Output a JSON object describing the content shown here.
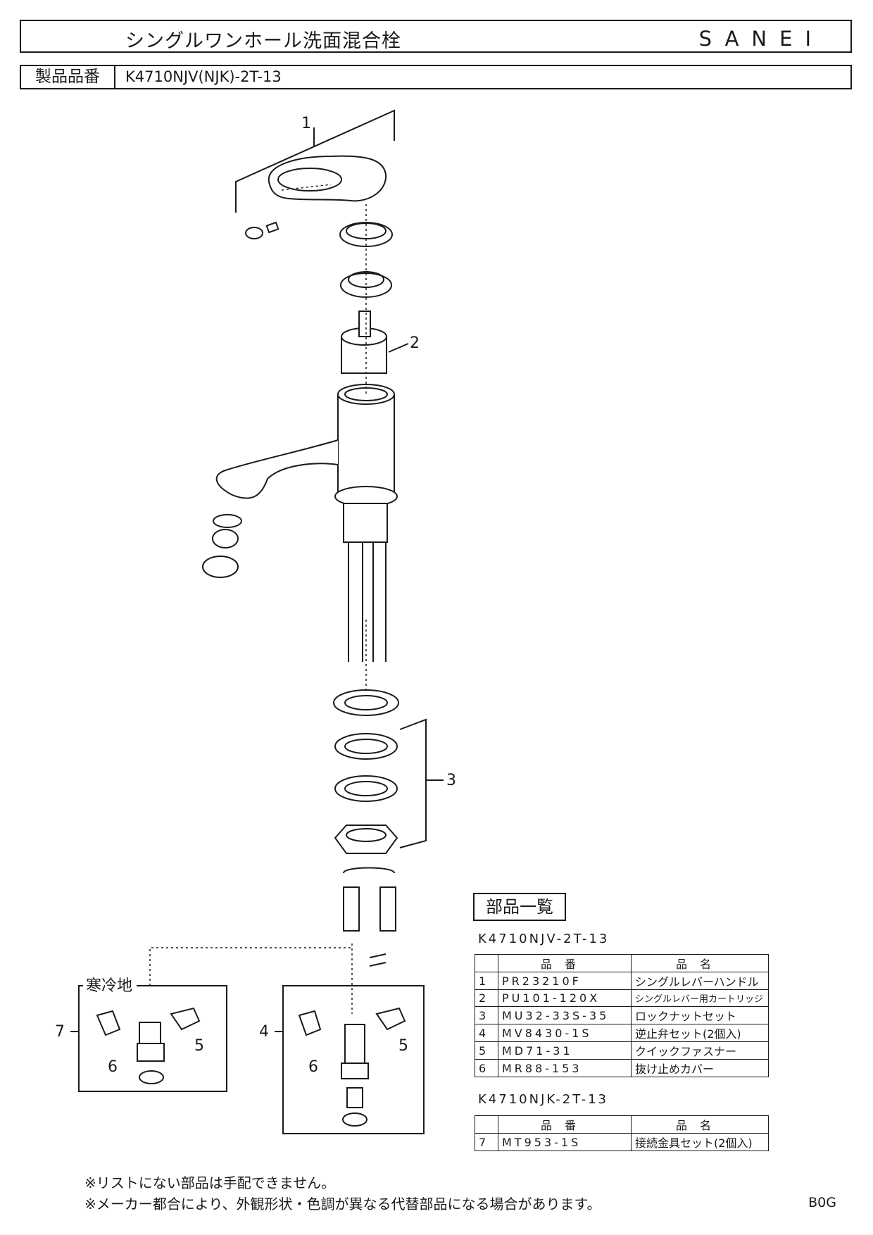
{
  "header": {
    "title": "シングルワンホール洗面混合栓",
    "brand": "SANEI"
  },
  "model": {
    "label": "製品品番",
    "value": "K4710NJV(NJK)-2T-13"
  },
  "diagram": {
    "callouts": [
      "1",
      "2",
      "3",
      "4",
      "5",
      "5",
      "6",
      "6",
      "7"
    ],
    "cold_region_label": "寒冷地"
  },
  "parts_list": {
    "title": "部品一覧",
    "tables": [
      {
        "caption": "K4710NJV-2T-13",
        "headers": [
          "品番",
          "品名"
        ],
        "rows": [
          {
            "no": "1",
            "code": "PR23210F",
            "name": "シングルレバーハンドル"
          },
          {
            "no": "2",
            "code": "PU101-120X",
            "name": "シングルレバー用カートリッジ"
          },
          {
            "no": "3",
            "code": "MU32-33S-35",
            "name": "ロックナットセット"
          },
          {
            "no": "4",
            "code": "MV8430-1S",
            "name": "逆止弁セット(2個入)"
          },
          {
            "no": "5",
            "code": "MD71-31",
            "name": "クイックファスナー"
          },
          {
            "no": "6",
            "code": "MR88-153",
            "name": "抜け止めカバー"
          }
        ]
      },
      {
        "caption": "K4710NJK-2T-13",
        "headers": [
          "品番",
          "品名"
        ],
        "rows": [
          {
            "no": "7",
            "code": "MT953-1S",
            "name": "接続金具セット(2個入)"
          }
        ]
      }
    ]
  },
  "notes": [
    "※リストにない部品は手配できません。",
    "※メーカー都合により、外観形状・色調が異なる代替部品になる場合があります。"
  ],
  "doc_code": "B0G"
}
